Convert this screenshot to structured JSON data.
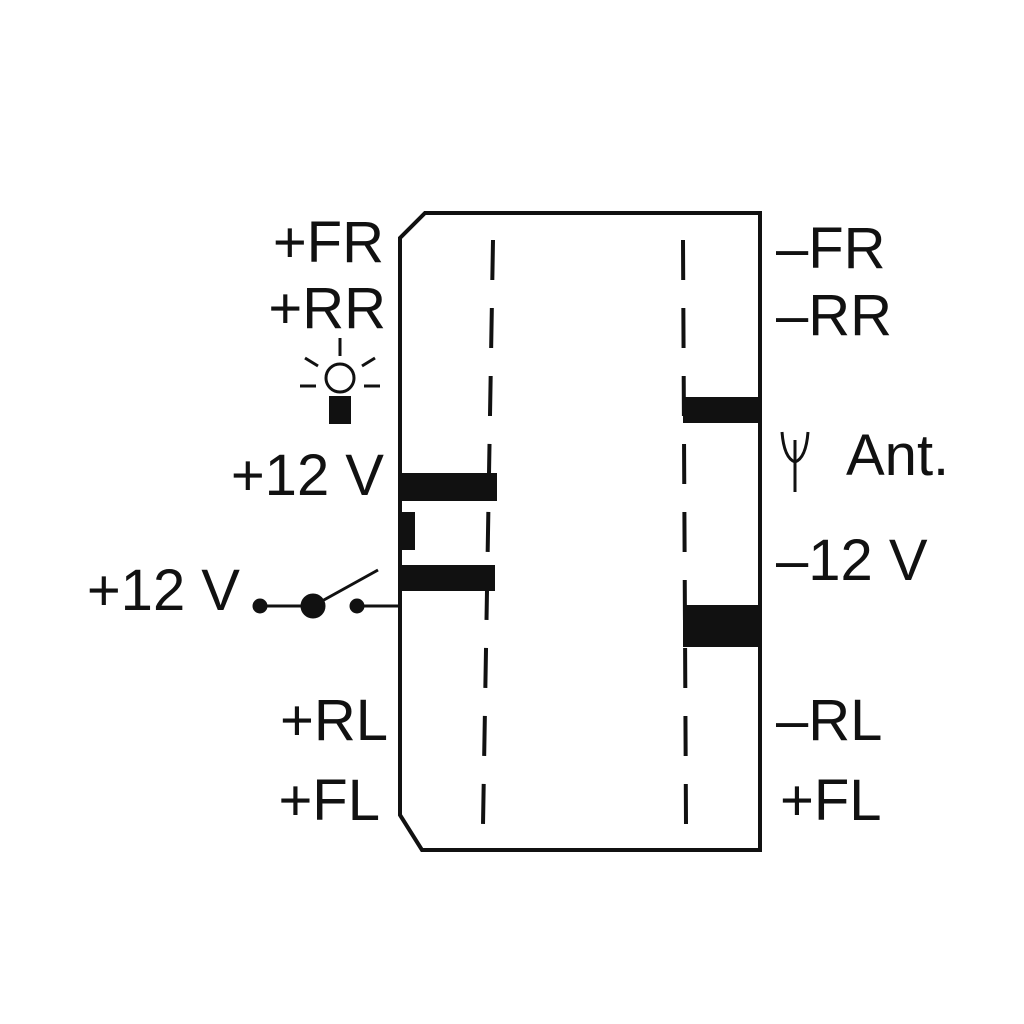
{
  "left_labels": {
    "fr": "+FR",
    "rr": "+RR",
    "v12_lamp": "+12 V",
    "v12_switch": "+12 V",
    "rl": "+RL",
    "fl": "+FL"
  },
  "right_labels": {
    "fr": "–FR",
    "rr": "–RR",
    "ant": "Ant.",
    "v12": "–12 V",
    "rl": "–RL",
    "fl": "+FL"
  },
  "colors": {
    "ink": "#111111",
    "background": "#ffffff"
  }
}
